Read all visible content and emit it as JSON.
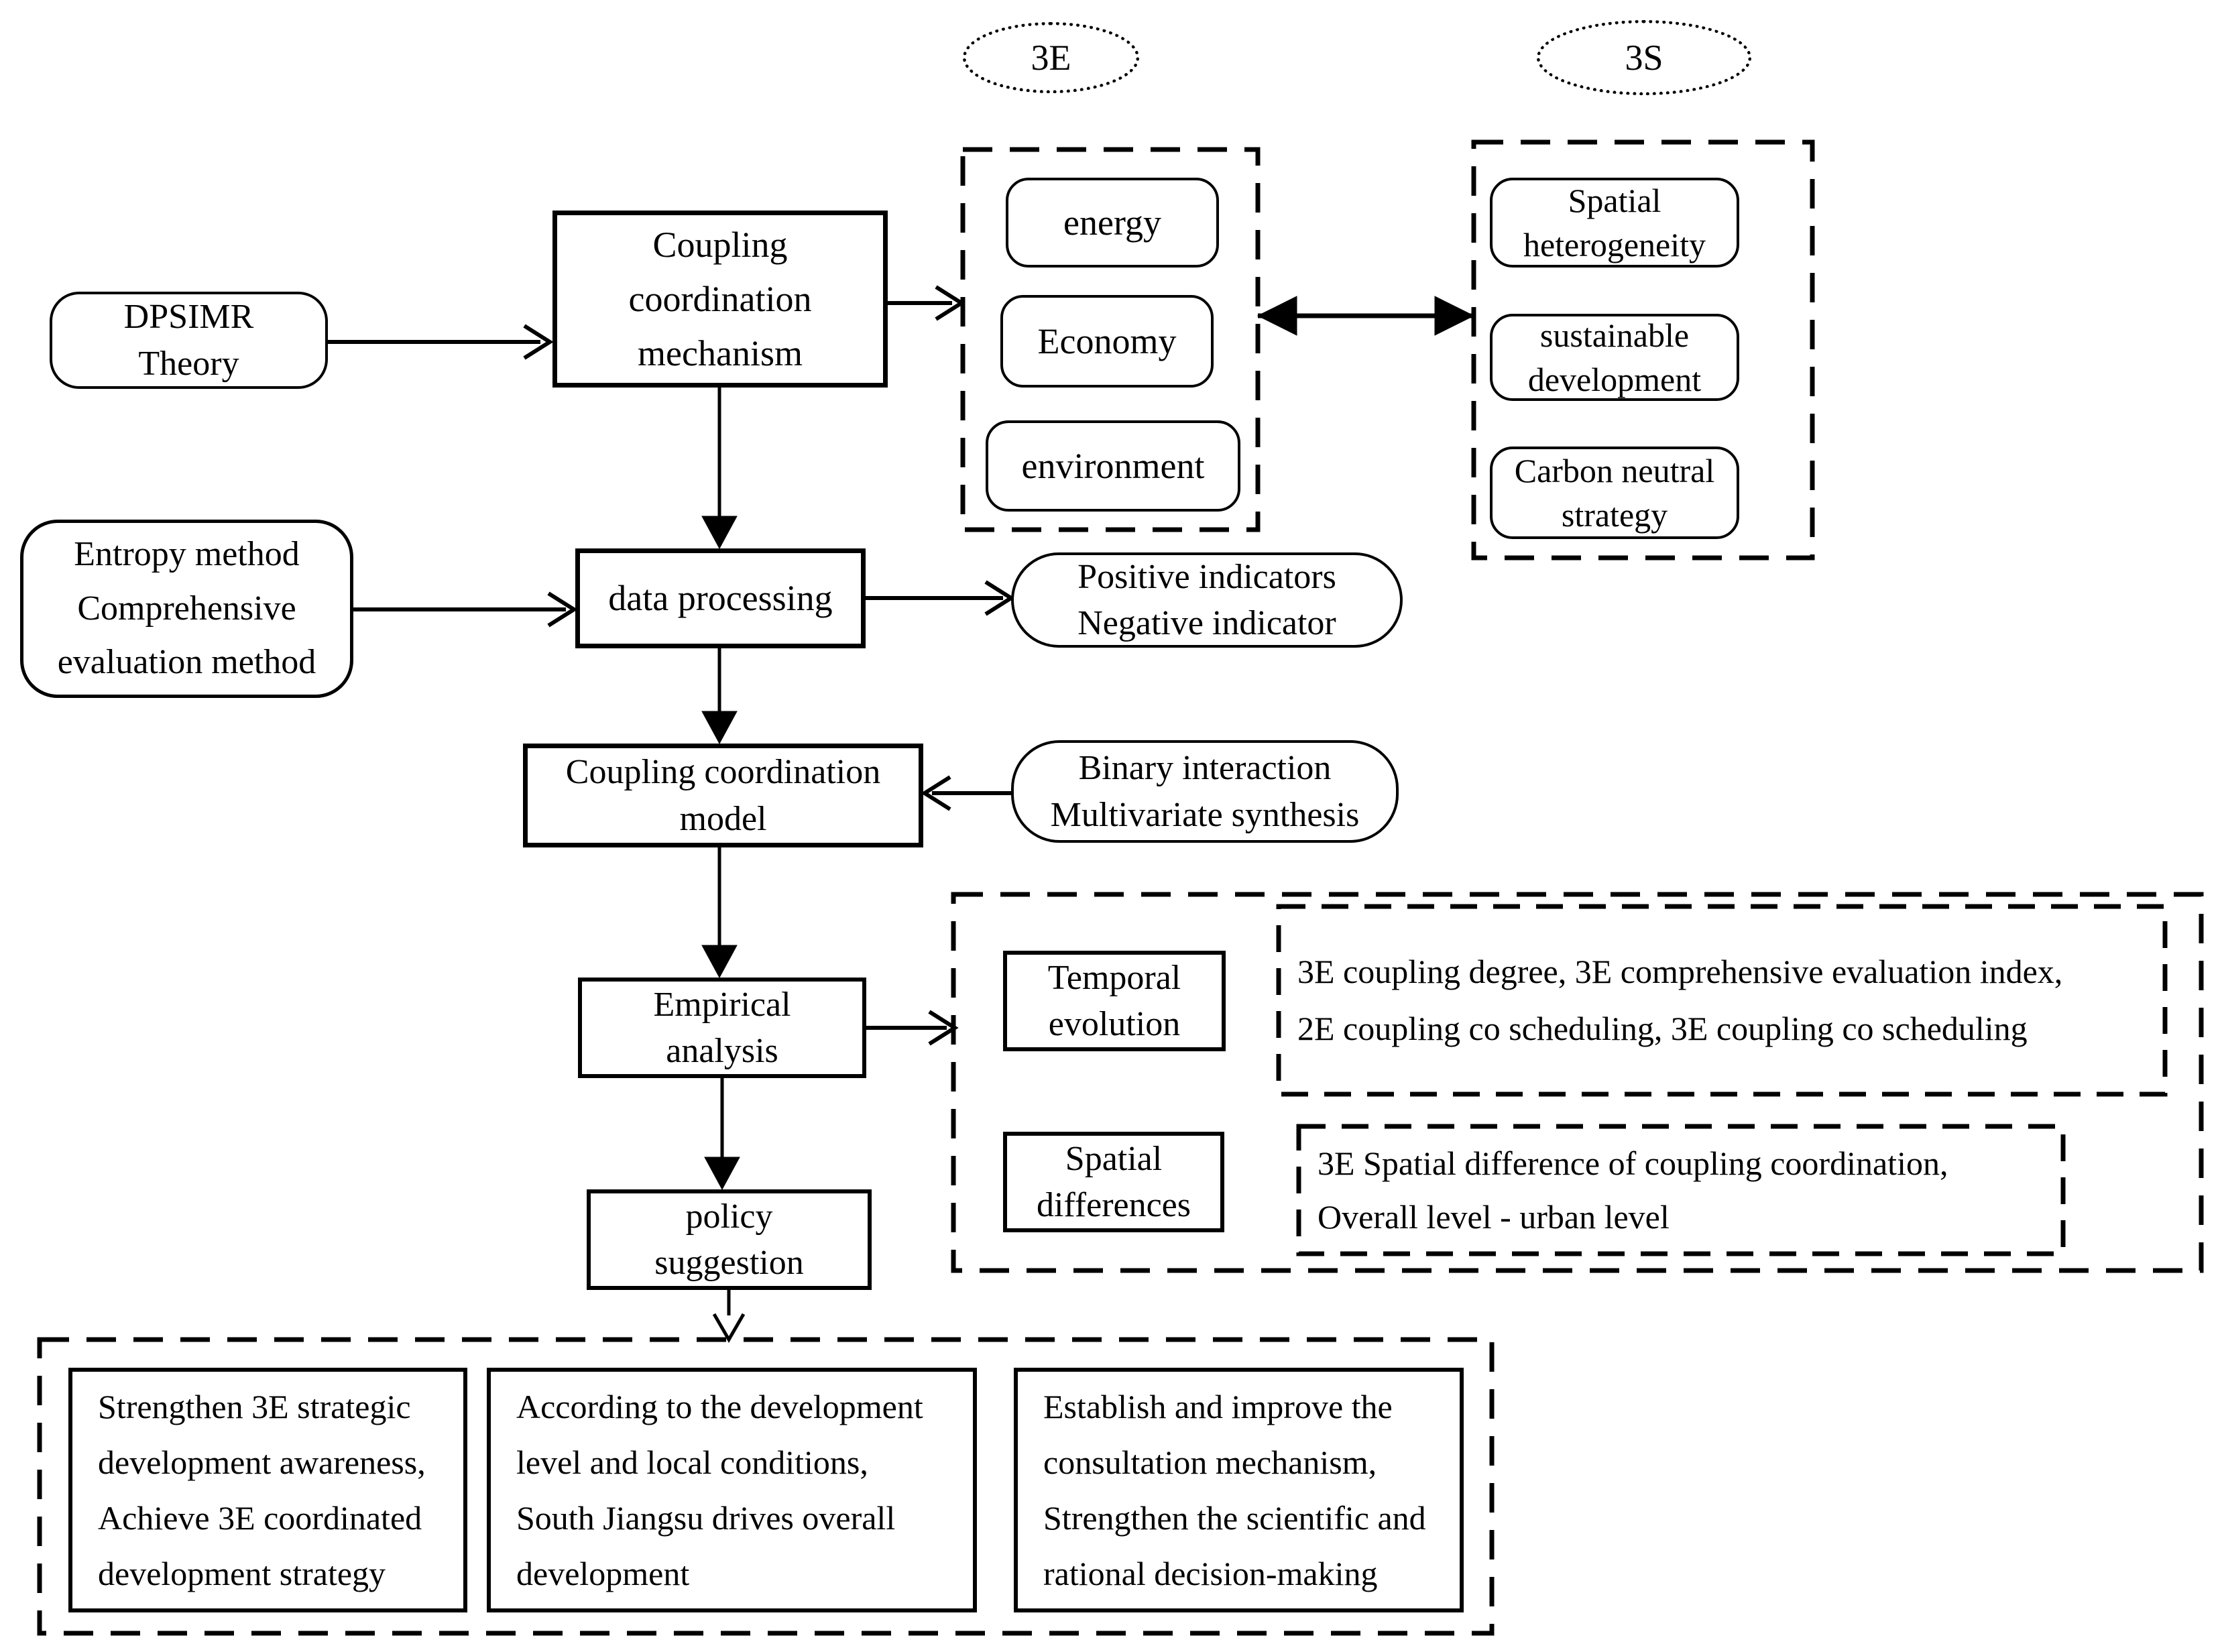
{
  "figure": {
    "type": "flowchart",
    "background": "#ffffff",
    "ink": "#000000"
  },
  "labels": {
    "e3": "3E",
    "s3": "3S",
    "dpsimr": "DPSIMR\nTheory",
    "mechanism": "Coupling\ncoordination\nmechanism",
    "energy": "energy",
    "economy": "Economy",
    "environment": "environment",
    "spatial_heterogeneity": "Spatial\nheterogeneity",
    "sustainable_development": "sustainable\ndevelopment",
    "carbon_neutral": "Carbon neutral\nstrategy",
    "entropy": "Entropy method\nComprehensive\nevaluation method",
    "data_processing": "data processing",
    "indicators": "Positive indicators\nNegative indicator",
    "model": "Coupling coordination\nmodel",
    "binary": "Binary interaction\nMultivariate synthesis",
    "empirical": "Empirical\nanalysis",
    "temporal": "Temporal\nevolution",
    "temporal_detail": "3E coupling degree, 3E comprehensive evaluation index,\n2E coupling co scheduling, 3E coupling co scheduling",
    "spatial": "Spatial\ndifferences",
    "spatial_detail": "3E Spatial difference of coupling coordination,\nOverall level - urban level",
    "policy": "policy\nsuggestion",
    "policy_strengthen": "Strengthen  3E strategic\ndevelopment awareness,\nAchieve 3E coordinated\ndevelopment strategy",
    "policy_jiangsu": "According to the development\nlevel and local conditions,\nSouth Jiangsu drives overall\ndevelopment",
    "policy_establish": "Establish and improve the\nconsultation mechanism,\nStrengthen the scientific and\nrational decision-making"
  }
}
